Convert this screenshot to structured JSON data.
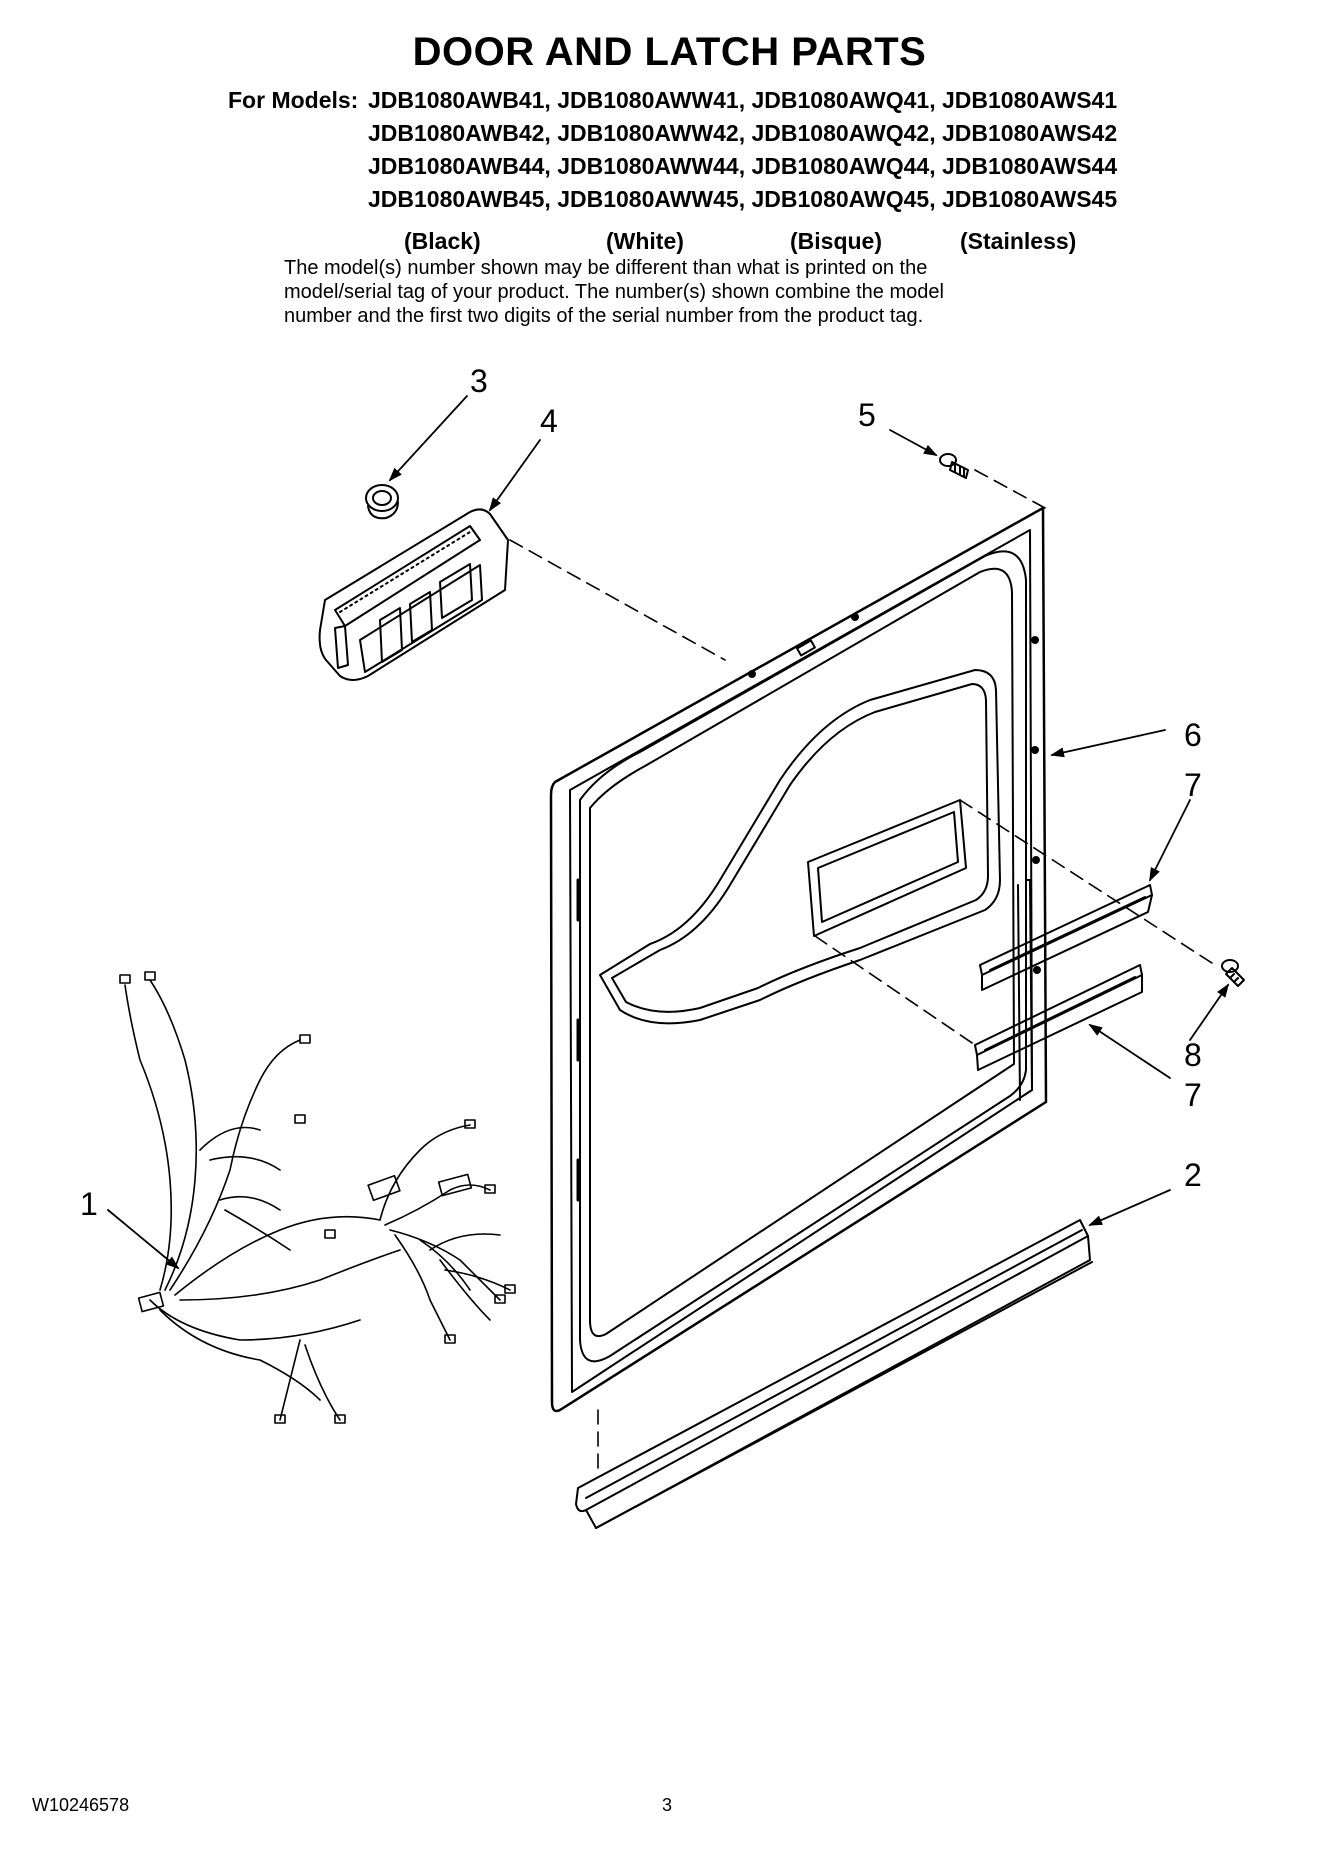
{
  "title": "DOOR AND LATCH PARTS",
  "models": {
    "prefix": "For Models:",
    "rows": [
      "JDB1080AWB41, JDB1080AWW41, JDB1080AWQ41, JDB1080AWS41",
      "JDB1080AWB42, JDB1080AWW42, JDB1080AWQ42, JDB1080AWS42",
      "JDB1080AWB44, JDB1080AWW44, JDB1080AWQ44, JDB1080AWS44",
      "JDB1080AWB45, JDB1080AWW45, JDB1080AWQ45, JDB1080AWS45"
    ],
    "colors": [
      "(Black)",
      "(White)",
      "(Bisque)",
      "(Stainless)"
    ]
  },
  "disclaimer": [
    "The model(s) number shown may be different than what is printed on the",
    "model/serial tag of your product. The number(s) shown combine the model",
    "number and the first two digits of the serial number from the product tag."
  ],
  "callouts": {
    "c1": "1",
    "c2": "2",
    "c3": "3",
    "c4": "4",
    "c5": "5",
    "c6": "6",
    "c7a": "7",
    "c7b": "7",
    "c8": "8"
  },
  "footer": {
    "doc_number": "W10246578",
    "page_number": "3"
  }
}
